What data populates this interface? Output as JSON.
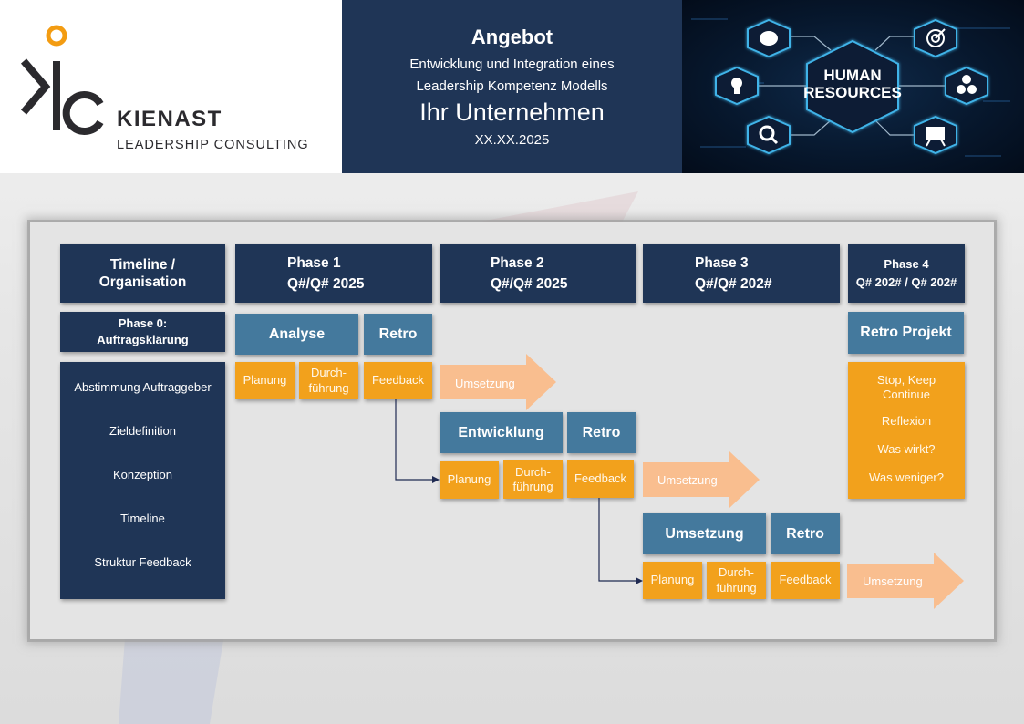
{
  "header": {
    "brand": {
      "name": "KIENAST",
      "subtitle": "LEADERSHIP CONSULTING",
      "accent_color": "#f39c12"
    },
    "title": {
      "heading": "Angebot",
      "line1": "Entwicklung und Integration eines",
      "line2": "Leadership Kompetenz Modells",
      "company": "Ihr Unternehmen",
      "date": "XX.XX.2025"
    },
    "image": {
      "center_label_line1": "HUMAN",
      "center_label_line2": "RESOURCES",
      "icons": [
        "brain-icon",
        "target-icon",
        "lightbulb-icon",
        "gears-icon",
        "magnifier-icon",
        "presentation-icon"
      ]
    }
  },
  "colors": {
    "navy": "#1f3556",
    "steel_blue": "#44799d",
    "orange": "#f2a11c",
    "peach": "#f9be8f"
  },
  "diagram": {
    "columns": [
      {
        "line1": "Timeline /",
        "line2": "Organisation"
      },
      {
        "line1": "Phase 1",
        "line2": "Q#/Q# 2025"
      },
      {
        "line1": "Phase 2",
        "line2": "Q#/Q# 2025"
      },
      {
        "line1": "Phase 3",
        "line2": "Q#/Q# 202#"
      },
      {
        "line1": "Phase 4",
        "line2": "Q# 202# / Q# 202#"
      }
    ],
    "phase0": {
      "line1": "Phase 0:",
      "line2": "Auftragsklärung",
      "items": [
        "Abstimmung Auftraggeber",
        "Zieldefinition",
        "Konzeption",
        "Timeline",
        "Struktur Feedback"
      ]
    },
    "phase1": {
      "main": "Analyse",
      "retro": "Retro",
      "steps": [
        "Planung",
        "Durch-\nführung",
        "Feedback"
      ],
      "arrow": "Umsetzung"
    },
    "phase2": {
      "main": "Entwicklung",
      "retro": "Retro",
      "steps": [
        "Planung",
        "Durch-\nführung",
        "Feedback"
      ],
      "arrow": "Umsetzung"
    },
    "phase3": {
      "main": "Umsetzung",
      "retro": "Retro",
      "steps": [
        "Planung",
        "Durch-\nführung",
        "Feedback"
      ],
      "arrow": "Umsetzung"
    },
    "phase4": {
      "main": "Retro Projekt",
      "items": [
        "Stop, Keep\nContinue",
        "Reflexion",
        "Was wirkt?",
        "Was weniger?"
      ]
    }
  }
}
